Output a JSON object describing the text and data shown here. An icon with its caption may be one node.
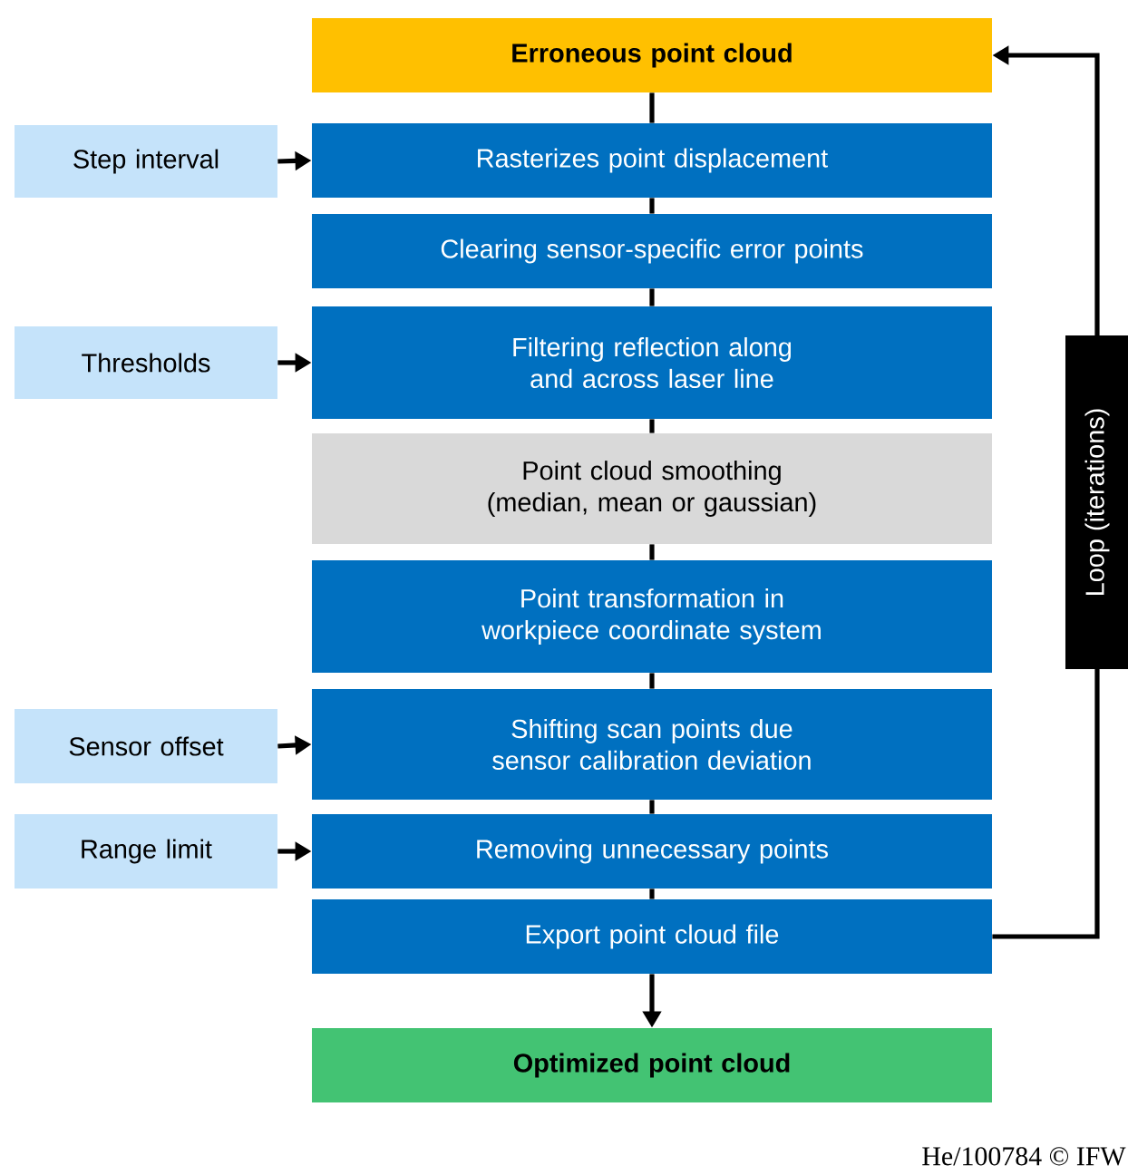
{
  "diagram": {
    "nodes": [
      {
        "text": [
          "Erroneous point cloud"
        ]
      },
      {
        "text": [
          "Rasterizes point displacement"
        ]
      },
      {
        "text": [
          "Clearing sensor-specific error points"
        ]
      },
      {
        "text": [
          "Filtering reflection along and across laser line"
        ]
      },
      {
        "text": [
          "Point cloud smoothing (median, mean or gaussian)"
        ]
      },
      {
        "text": [
          "Point transformation in workpiece coordinate system"
        ]
      },
      {
        "text": [
          "Shifting scan points due sensor calibration deviation"
        ]
      },
      {
        "text": [
          "Removing unnecessary points"
        ]
      },
      {
        "text": [
          "Export point cloud file"
        ]
      },
      {
        "text": [
          "Optimized point cloud"
        ]
      },
      {
        "text": [
          "Step interval"
        ]
      },
      {
        "text": [
          "Thresholds"
        ]
      },
      {
        "text": [
          "Sensor offset"
        ]
      },
      {
        "text": [
          "Range limit"
        ]
      }
    ],
    "edges": [
      {
        "from": 0,
        "to": 1,
        "arrow": "none"
      },
      {
        "from": 1,
        "to": 2,
        "arrow": "none"
      },
      {
        "from": 2,
        "to": 3,
        "arrow": "none"
      },
      {
        "from": 3,
        "to": 4,
        "arrow": "none"
      },
      {
        "from": 4,
        "to": 5,
        "arrow": "none"
      },
      {
        "from": 5,
        "to": 6,
        "arrow": "none"
      },
      {
        "from": 6,
        "to": 7,
        "arrow": "none"
      },
      {
        "from": 7,
        "to": 8,
        "arrow": "none"
      },
      {
        "from": 8,
        "to": 9,
        "arrow": "to"
      },
      {
        "from": 10,
        "to": 1,
        "arrow": "to"
      },
      {
        "from": 11,
        "to": 3,
        "arrow": "to"
      },
      {
        "from": 12,
        "to": 6,
        "arrow": "to"
      },
      {
        "from": 13,
        "to": 7,
        "arrow": "to"
      },
      {
        "from": 8,
        "to": 0,
        "arrow": "to",
        "label": "Loop (iterations)"
      }
    ],
    "labels": [
      "He/100784 © IFW"
    ]
  }
}
